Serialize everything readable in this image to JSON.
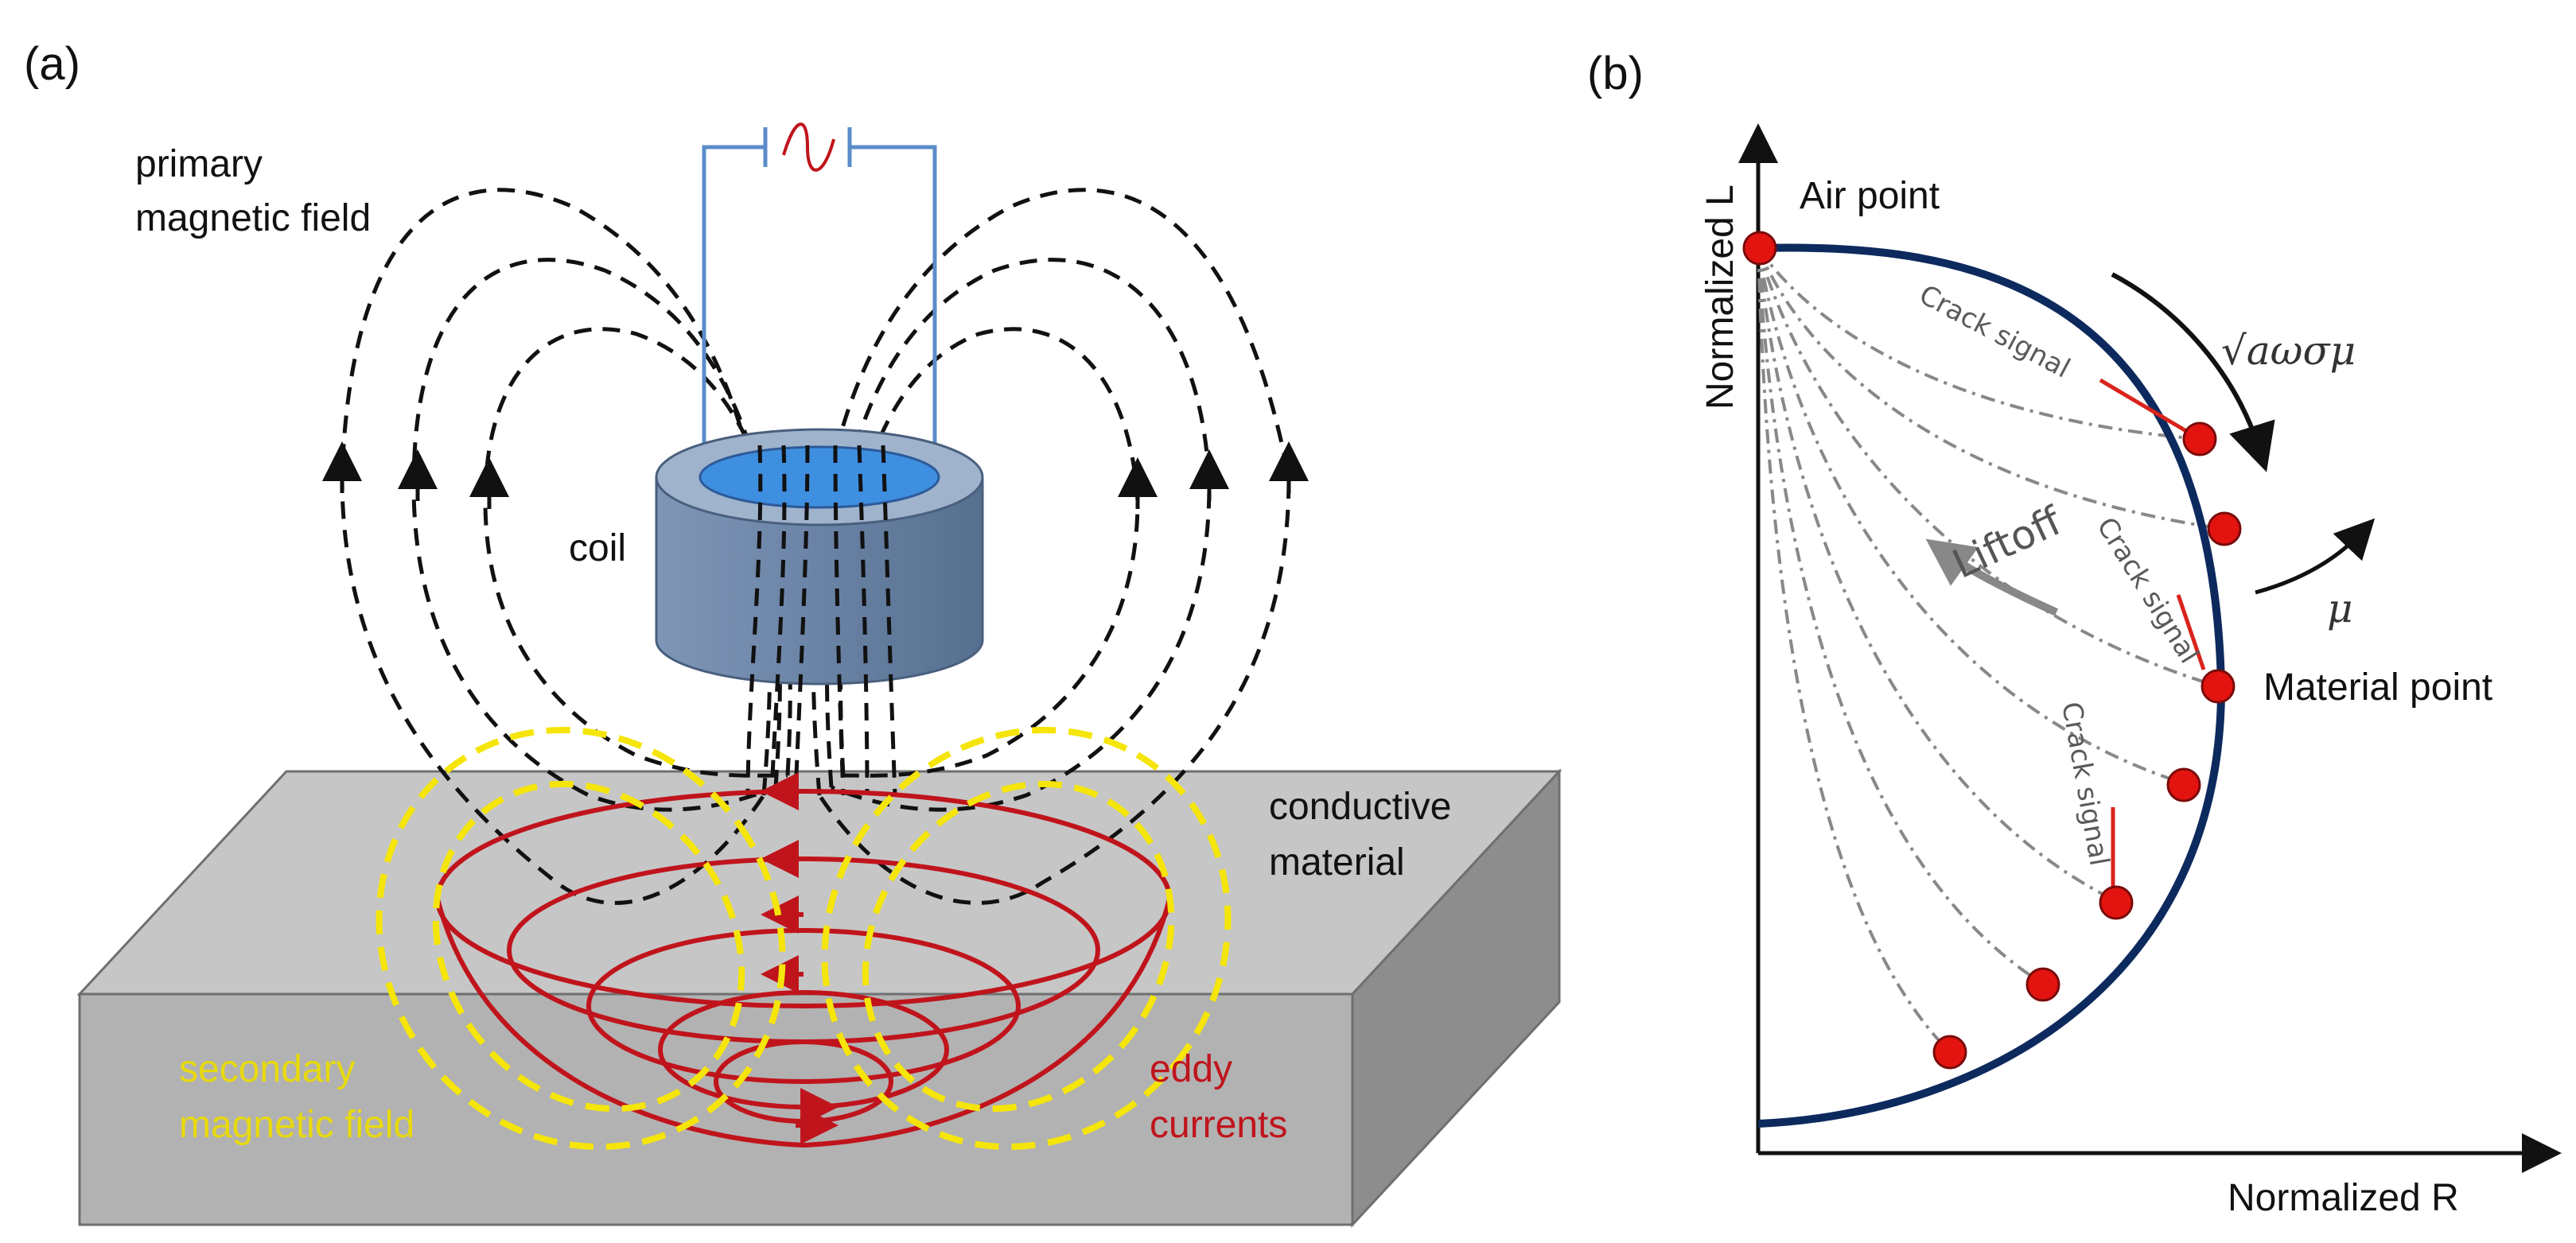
{
  "panel_a": {
    "label": "(a)",
    "primary_field_line1": "primary",
    "primary_field_line2": "magnetic field",
    "coil": "coil",
    "conductive_line1": "conductive",
    "conductive_line2": "material",
    "secondary_line1": "secondary",
    "secondary_line2": "magnetic field",
    "eddy_line1": "eddy",
    "eddy_line2": "currents"
  },
  "panel_b": {
    "label": "(b)",
    "y_axis": "Normalized L",
    "x_axis": "Normalized R",
    "air_point": "Air point",
    "material_point": "Material point",
    "crack_signal_1": "Crack signal",
    "crack_signal_2": "Crack signal",
    "crack_signal_3": "Crack signal",
    "liftoff": "Liftoff",
    "sqrt_label": "√aωσμ",
    "mu_label": "μ"
  },
  "colors": {
    "field_lines": "#111111",
    "eddy": "#c0141c",
    "secondary": "#f5e50a",
    "block_top": "#c8c8c8",
    "block_front": "#b0b0b0",
    "block_side": "#8e8e8e",
    "coil": "#6f87a8",
    "arc": "#0d2a5e",
    "points": "#e3140f"
  }
}
